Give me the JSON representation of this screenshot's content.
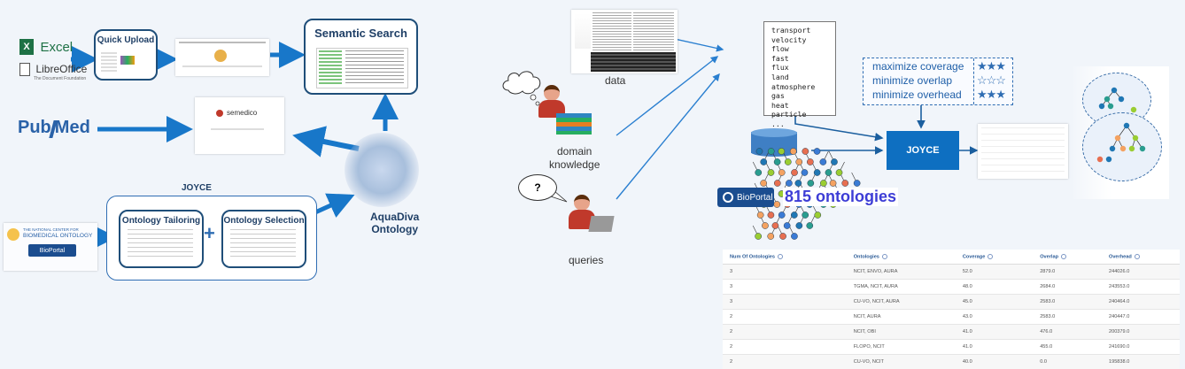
{
  "left_panel": {
    "excel_label": "Excel",
    "excel_letter": "X",
    "libreoffice_label": "LibreOffice",
    "libreoffice_tagline": "The Document Foundation",
    "quick_upload_label": "Quick Upload",
    "semantic_search_label": "Semantic Search",
    "pubmed_label_pre": "Pub",
    "pubmed_label_post": "Med",
    "semedico_label": "semedico",
    "joyce_label": "JOYCE",
    "ontology_tailoring_label": "Ontology Tailoring",
    "plus_sign": "+",
    "ontology_selection_label": "Ontology Selection",
    "aquadiva_label_line1": "AquaDiva",
    "aquadiva_label_line2": "Ontology",
    "ncbo_line1": "THE NATIONAL CENTER FOR",
    "ncbo_line2": "BIOMEDICAL ONTOLOGY",
    "bioportal_label": "BioPortal"
  },
  "middle_panel": {
    "data_label": "data",
    "domain_knowledge_line1": "domain",
    "domain_knowledge_line2": "knowledge",
    "question_mark": "?",
    "queries_label": "queries"
  },
  "right_panel": {
    "words": [
      "transport",
      "velocity",
      "flow",
      "fast",
      "flux",
      "land",
      "atmosphere",
      "gas",
      "heat",
      "particle",
      "..."
    ],
    "goals": [
      {
        "label": "maximize coverage",
        "stars": "★★★"
      },
      {
        "label": "minimize overlap",
        "stars": "☆☆☆"
      },
      {
        "label": "minimize overhead",
        "stars": "★★★"
      }
    ],
    "joyce_label": "JOYCE",
    "bioportal_label": "BioPortal",
    "ontologies_count_label": "815 ontologies",
    "colors": {
      "accent": "#0e6fc1",
      "star_outline": "#2f6db3",
      "count_text": "#3d3dd6"
    }
  },
  "results_table": {
    "headers": [
      "Num Of Ontologies",
      "Ontologies",
      "Coverage",
      "Overlap",
      "Overhead"
    ],
    "rows": [
      [
        "3",
        "NCIT, ENVO, AURA",
        "52.0",
        "2879.0",
        "244026.0"
      ],
      [
        "3",
        "TGMA, NCIT, AURA",
        "48.0",
        "2684.0",
        "243553.0"
      ],
      [
        "3",
        "CU-VO, NCIT, AURA",
        "45.0",
        "2583.0",
        "240464.0"
      ],
      [
        "2",
        "NCIT, AURA",
        "43.0",
        "2583.0",
        "240447.0"
      ],
      [
        "2",
        "NCIT, OBI",
        "41.0",
        "476.0",
        "200379.0"
      ],
      [
        "2",
        "FLOPO, NCIT",
        "41.0",
        "455.0",
        "241690.0"
      ],
      [
        "2",
        "CU-VO, NCIT",
        "40.0",
        "0.0",
        "195838.0"
      ]
    ]
  }
}
